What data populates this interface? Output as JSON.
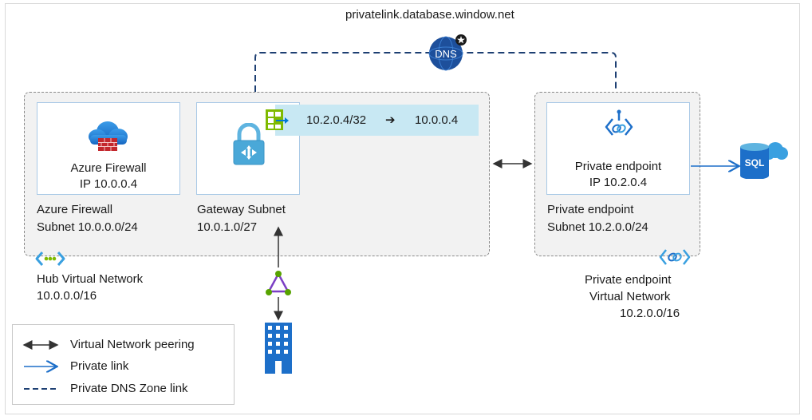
{
  "dns": {
    "zone_label": "privatelink.database.window.net",
    "badge_text": "DNS"
  },
  "hub_vnet": {
    "name_line1": "Hub Virtual Network",
    "name_line2": "10.0.0.0/16",
    "firewall": {
      "title": "Azure Firewall",
      "ip": "IP 10.0.0.4",
      "subnet_line1": "Azure Firewall",
      "subnet_line2": "Subnet 10.0.0.0/24"
    },
    "gateway": {
      "subnet_line1": "Gateway Subnet",
      "subnet_line2": "10.0.1.0/27"
    },
    "route": {
      "from": "10.2.0.4/32",
      "arrow": "➔",
      "to": "10.0.0.4"
    }
  },
  "pe_vnet": {
    "name_line1": "Private endpoint",
    "name_line2": "Virtual Network",
    "name_line3": "10.2.0.0/16",
    "endpoint": {
      "title": "Private endpoint",
      "ip": "IP 10.2.0.4",
      "subnet_line1": "Private endpoint",
      "subnet_line2": "Subnet 10.2.0.0/24"
    }
  },
  "sql": {
    "label": "SQL"
  },
  "legend": {
    "peering": "Virtual Network peering",
    "private_link": "Private link",
    "dns_link": "Private DNS Zone link"
  },
  "colors": {
    "azure_blue": "#0078d4",
    "dark_blue": "#1d4f9b",
    "firewall_red": "#c3272d",
    "vpn_purple": "#7b3fc4",
    "vpn_green": "#57a300",
    "route_bg": "#c8e8f3",
    "gateway_green": "#7fba00"
  }
}
